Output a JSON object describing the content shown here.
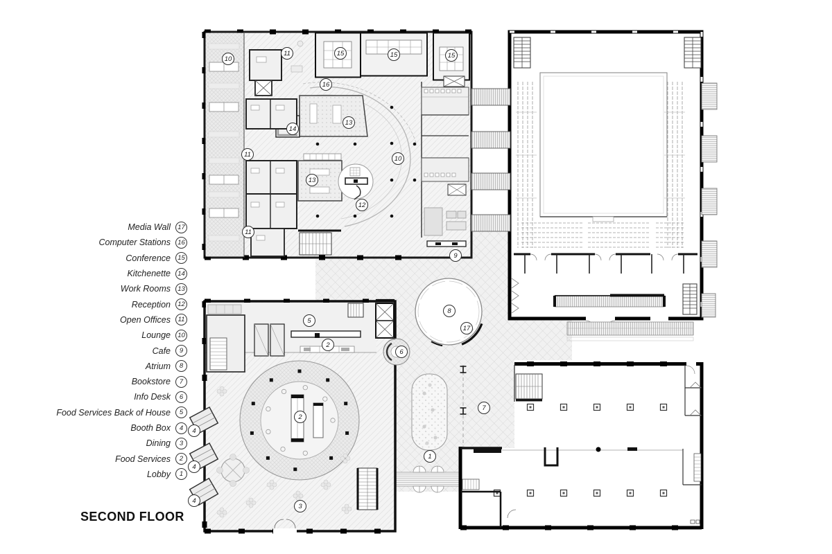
{
  "title": "SECOND FLOOR",
  "legend": {
    "items": [
      {
        "label": "Media Wall",
        "number": "17"
      },
      {
        "label": "Computer Stations",
        "number": "16"
      },
      {
        "label": "Conference",
        "number": "15"
      },
      {
        "label": "Kitchenette",
        "number": "14"
      },
      {
        "label": "Work Rooms",
        "number": "13"
      },
      {
        "label": "Reception",
        "number": "12"
      },
      {
        "label": "Open Offices",
        "number": "11"
      },
      {
        "label": "Lounge",
        "number": "10"
      },
      {
        "label": "Cafe",
        "number": "9"
      },
      {
        "label": "Atrium",
        "number": "8"
      },
      {
        "label": "Bookstore",
        "number": "7"
      },
      {
        "label": "Info Desk",
        "number": "6"
      },
      {
        "label": "Food Services Back of House",
        "number": "5"
      },
      {
        "label": "Booth Box",
        "number": "4"
      },
      {
        "label": "Dining",
        "number": "3"
      },
      {
        "label": "Food Services",
        "number": "2"
      },
      {
        "label": "Lobby",
        "number": "1"
      }
    ]
  },
  "plan": {
    "markers": [
      {
        "number": "10",
        "room": "Lounge"
      },
      {
        "number": "11",
        "room": "Open Offices"
      },
      {
        "number": "15",
        "room": "Conference"
      },
      {
        "number": "15",
        "room": "Conference"
      },
      {
        "number": "15",
        "room": "Conference"
      },
      {
        "number": "16",
        "room": "Computer Stations"
      },
      {
        "number": "13",
        "room": "Work Rooms"
      },
      {
        "number": "14",
        "room": "Kitchenette"
      },
      {
        "number": "11",
        "room": "Open Offices"
      },
      {
        "number": "10",
        "room": "Lounge"
      },
      {
        "number": "13",
        "room": "Work Rooms"
      },
      {
        "number": "12",
        "room": "Reception"
      },
      {
        "number": "11",
        "room": "Open Offices"
      },
      {
        "number": "9",
        "room": "Cafe"
      },
      {
        "number": "8",
        "room": "Atrium"
      },
      {
        "number": "17",
        "room": "Media Wall"
      },
      {
        "number": "6",
        "room": "Info Desk"
      },
      {
        "number": "5",
        "room": "Food Services Back of House"
      },
      {
        "number": "2",
        "room": "Food Services"
      },
      {
        "number": "2",
        "room": "Food Services"
      },
      {
        "number": "4",
        "room": "Booth Box"
      },
      {
        "number": "4",
        "room": "Booth Box"
      },
      {
        "number": "4",
        "room": "Booth Box"
      },
      {
        "number": "3",
        "room": "Dining"
      },
      {
        "number": "1",
        "room": "Lobby"
      },
      {
        "number": "7",
        "room": "Bookstore"
      }
    ]
  }
}
